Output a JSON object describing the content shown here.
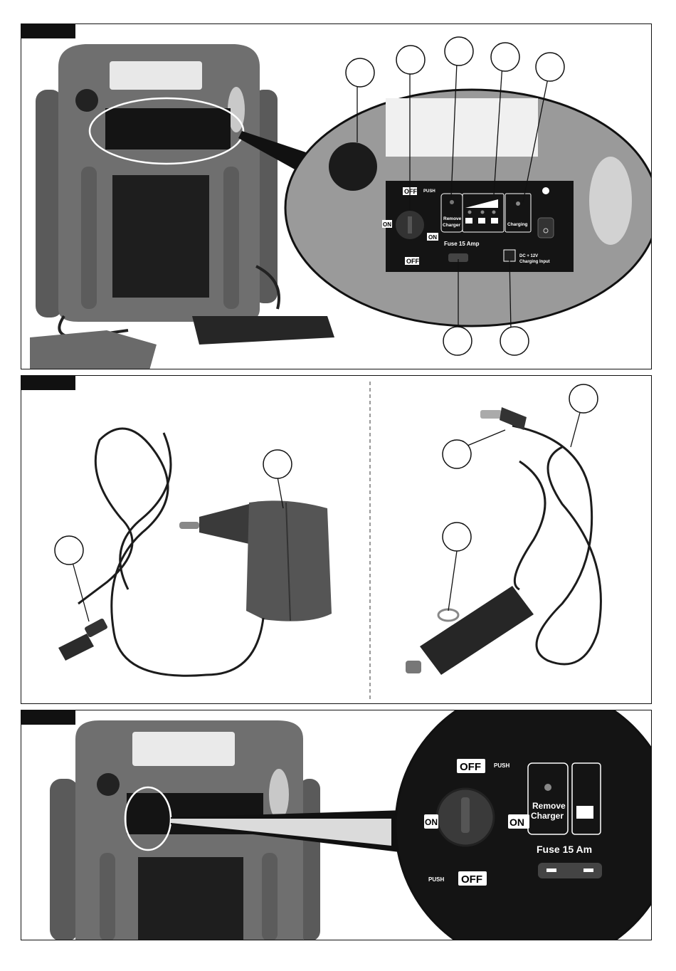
{
  "panel_labels": {
    "off": "OFF",
    "push": "PUSH",
    "on": "ON",
    "remove_charger": [
      "Remove",
      "Charger"
    ],
    "charging": "Charging",
    "fuse": "Fuse 15 Amp",
    "dc_input": [
      "DC + 12V",
      "Charging Input"
    ],
    "fuse_cut": "Fuse 15 Am"
  },
  "figures": [
    {
      "id": "fig-1",
      "callouts": 7
    },
    {
      "id": "fig-2",
      "callouts": 5
    },
    {
      "id": "fig-3",
      "callouts": 0
    }
  ],
  "colors": {
    "frame": "#111111",
    "device_body": "#6f6f6f",
    "device_dark": "#4a4a4a",
    "panel": "#141414",
    "background": "#ffffff"
  }
}
